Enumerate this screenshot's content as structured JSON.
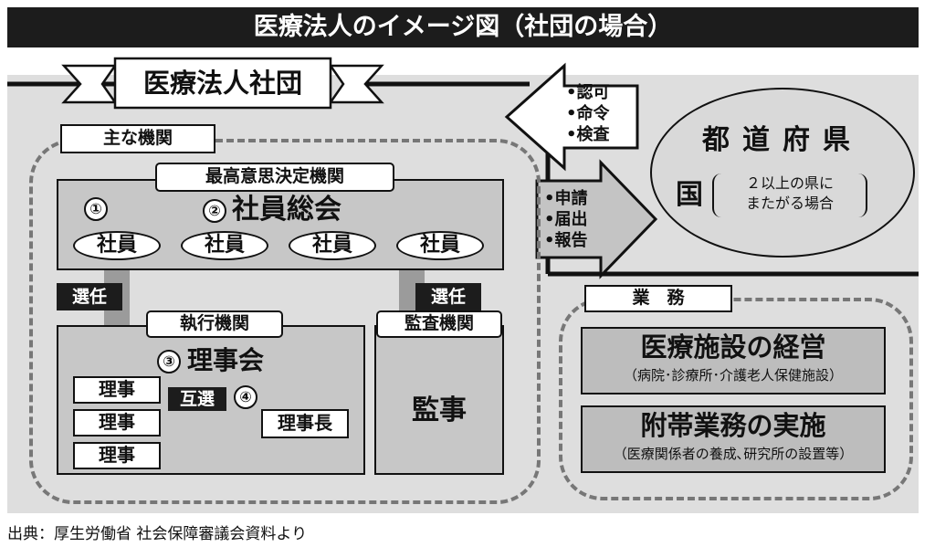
{
  "title": "医療法人のイメージ図（社団の場合）",
  "corp_banner": "医療法人社団",
  "organs_label": "主な機関",
  "supreme": {
    "label": "最高意思決定機関",
    "num": "①",
    "heading_num": "②",
    "heading": "社員総会",
    "members": [
      "社員",
      "社員",
      "社員",
      "社員"
    ]
  },
  "elect_left": "選任",
  "elect_right": "選任",
  "exec": {
    "label": "執行機関",
    "heading_num": "③",
    "heading": "理事会",
    "directors": [
      "理事",
      "理事",
      "理事"
    ],
    "mutual": "互選",
    "num4": "④",
    "chair": "理事長"
  },
  "audit": {
    "label": "監査機関",
    "body": "監事"
  },
  "from_gov": [
    "•認可",
    "•命令",
    "•検査"
  ],
  "to_gov": [
    "•申請",
    "•届出",
    "•報告"
  ],
  "government": {
    "prefecture": "都道府県",
    "national": "国",
    "note_line1": "２以上の県に",
    "note_line2": "またがる場合"
  },
  "business": {
    "label": "業　務",
    "items": [
      {
        "title": "医療施設の経営",
        "sub": "（病院･診療所･介護老人保健施設）"
      },
      {
        "title": "附帯業務の実施",
        "sub": "（医療関係者の養成､研究所の設置等）"
      }
    ]
  },
  "source": "出典：厚生労働省 社会保障審議会資料より"
}
